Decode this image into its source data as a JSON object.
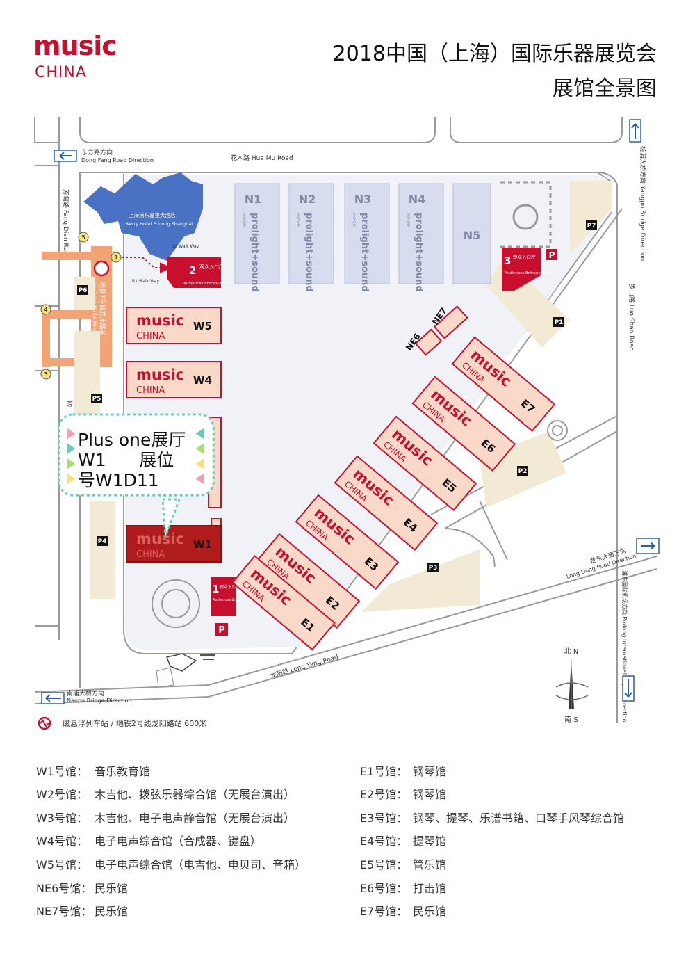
{
  "header": {
    "logo_music": "music",
    "logo_china": "CHINA",
    "title_line1": "2018中国（上海）国际乐器展览会",
    "title_line2": "展馆全景图"
  },
  "roads": {
    "dongfang": "东方路方向",
    "dongfang_en": "Dong Fang Road Direction",
    "huamu": "花木路 Hua Mu Road",
    "fangdian": "芳甸路 Fang Dian Road",
    "fang_short": "芳",
    "yangpu": "杨浦大桥方向 Yangpu Bridge Direction",
    "luoshan": "罗山路 Luo Shan Road",
    "longdong": "龙东大道方向",
    "longdong_en": "Long Dong Road Direction",
    "pudong_airport": "浦东国际机场方向 Pudong International Airport Direction",
    "longyang": "龙阳路 Long Yang Road",
    "nanpu": "南浦大桥方向",
    "nanpu_en": "Nanpu Bridge Direction",
    "metro_note": "磁悬浮列车站 / 地铁2号线龙阳路站  600米",
    "metro_station": "地铁7号线花木路站",
    "metro_station_en": "Line 7 Hua Mu Rd. Metro Station",
    "b1_walkway": "B1 Walk Way",
    "walkway_2f": "2F Walk Way"
  },
  "hotel": {
    "name_cn": "上海浦东嘉里大酒店",
    "name_en": "Kerry Hotel Pudong,Shanghai"
  },
  "halls": {
    "prolight": [
      {
        "id": "N1",
        "brand": "prolight+sound",
        "city": "SHANGHAI"
      },
      {
        "id": "N2",
        "brand": "prolight+sound",
        "city": "SHANGHAI"
      },
      {
        "id": "N3",
        "brand": "prolight+sound",
        "city": "SHANGHAI"
      },
      {
        "id": "N4",
        "brand": "prolight+sound",
        "city": "SHANGHAI"
      },
      {
        "id": "N5",
        "brand": "",
        "city": ""
      }
    ],
    "west": [
      {
        "id": "W5",
        "music": "music",
        "china": "CHINA"
      },
      {
        "id": "W4",
        "music": "music",
        "china": "CHINA"
      },
      {
        "id": "W1",
        "music": "music",
        "china": "CHINA"
      }
    ],
    "east": [
      {
        "id": "E7",
        "music": "music",
        "china": "CHINA"
      },
      {
        "id": "E6",
        "music": "music",
        "china": "CHINA"
      },
      {
        "id": "E5",
        "music": "music",
        "china": "CHINA"
      },
      {
        "id": "E4",
        "music": "music",
        "china": "CHINA"
      },
      {
        "id": "E3",
        "music": "music",
        "china": "CHINA"
      },
      {
        "id": "E2",
        "music": "music",
        "china": "CHINA"
      },
      {
        "id": "E1",
        "music": "music",
        "china": "CHINA"
      }
    ],
    "ne6": "NE6",
    "ne7": "NE7"
  },
  "entrances": [
    {
      "num": "1",
      "cn": "观众入口厅",
      "en": "Audiences Entrance Hall"
    },
    {
      "num": "2",
      "cn": "观众入口厅",
      "en": "Audiences Entrance Hall"
    },
    {
      "num": "3",
      "cn": "观众入口厅",
      "en": "Audiences Entrance Hall"
    }
  ],
  "parking": [
    "P1",
    "P2",
    "P3",
    "P4",
    "P5",
    "P6",
    "P7"
  ],
  "parking_icon": "P",
  "metro_exits": [
    "1",
    "2",
    "3",
    "4",
    "5"
  ],
  "compass": {
    "north": "北 N",
    "south": "南 S"
  },
  "callout": {
    "line1": "Plus one展厅",
    "line2": "W1      展位",
    "line3": "号W1D11"
  },
  "legend_left": [
    {
      "k": "W1号馆：",
      "v": "音乐教育馆"
    },
    {
      "k": "W2号馆：",
      "v": "木吉他、拨弦乐器综合馆（无展台演出）"
    },
    {
      "k": "W3号馆：",
      "v": "木吉他、电子电声静音馆（无展台演出）"
    },
    {
      "k": "W4号馆：",
      "v": "电子电声综合馆（合成器、键盘）"
    },
    {
      "k": "W5号馆：",
      "v": "电子电声综合馆（电吉他、电贝司、音箱）"
    },
    {
      "k": "NE6号馆：",
      "v": "民乐馆"
    },
    {
      "k": "NE7号馆：",
      "v": "民乐馆"
    }
  ],
  "legend_right": [
    {
      "k": "E1号馆：",
      "v": "钢琴馆"
    },
    {
      "k": "E2号馆：",
      "v": "钢琴馆"
    },
    {
      "k": "E3号馆：",
      "v": "钢琴、提琴、乐谱书籍、口琴手风琴综合馆"
    },
    {
      "k": "E4号馆：",
      "v": "提琴馆"
    },
    {
      "k": "E5号馆：",
      "v": "管乐馆"
    },
    {
      "k": "E6号馆：",
      "v": "打击馆"
    },
    {
      "k": "E7号馆：",
      "v": "民乐馆"
    }
  ],
  "colors": {
    "brand_red": "#c8102e",
    "hall_fill": "#fbd9c9",
    "prolight_fill": "#d8dcef",
    "parking_fill": "#f3ead6",
    "metro_orange": "#f2a477",
    "hotel_blue": "#4a72c4",
    "callout_teal": "#66ccb8"
  }
}
